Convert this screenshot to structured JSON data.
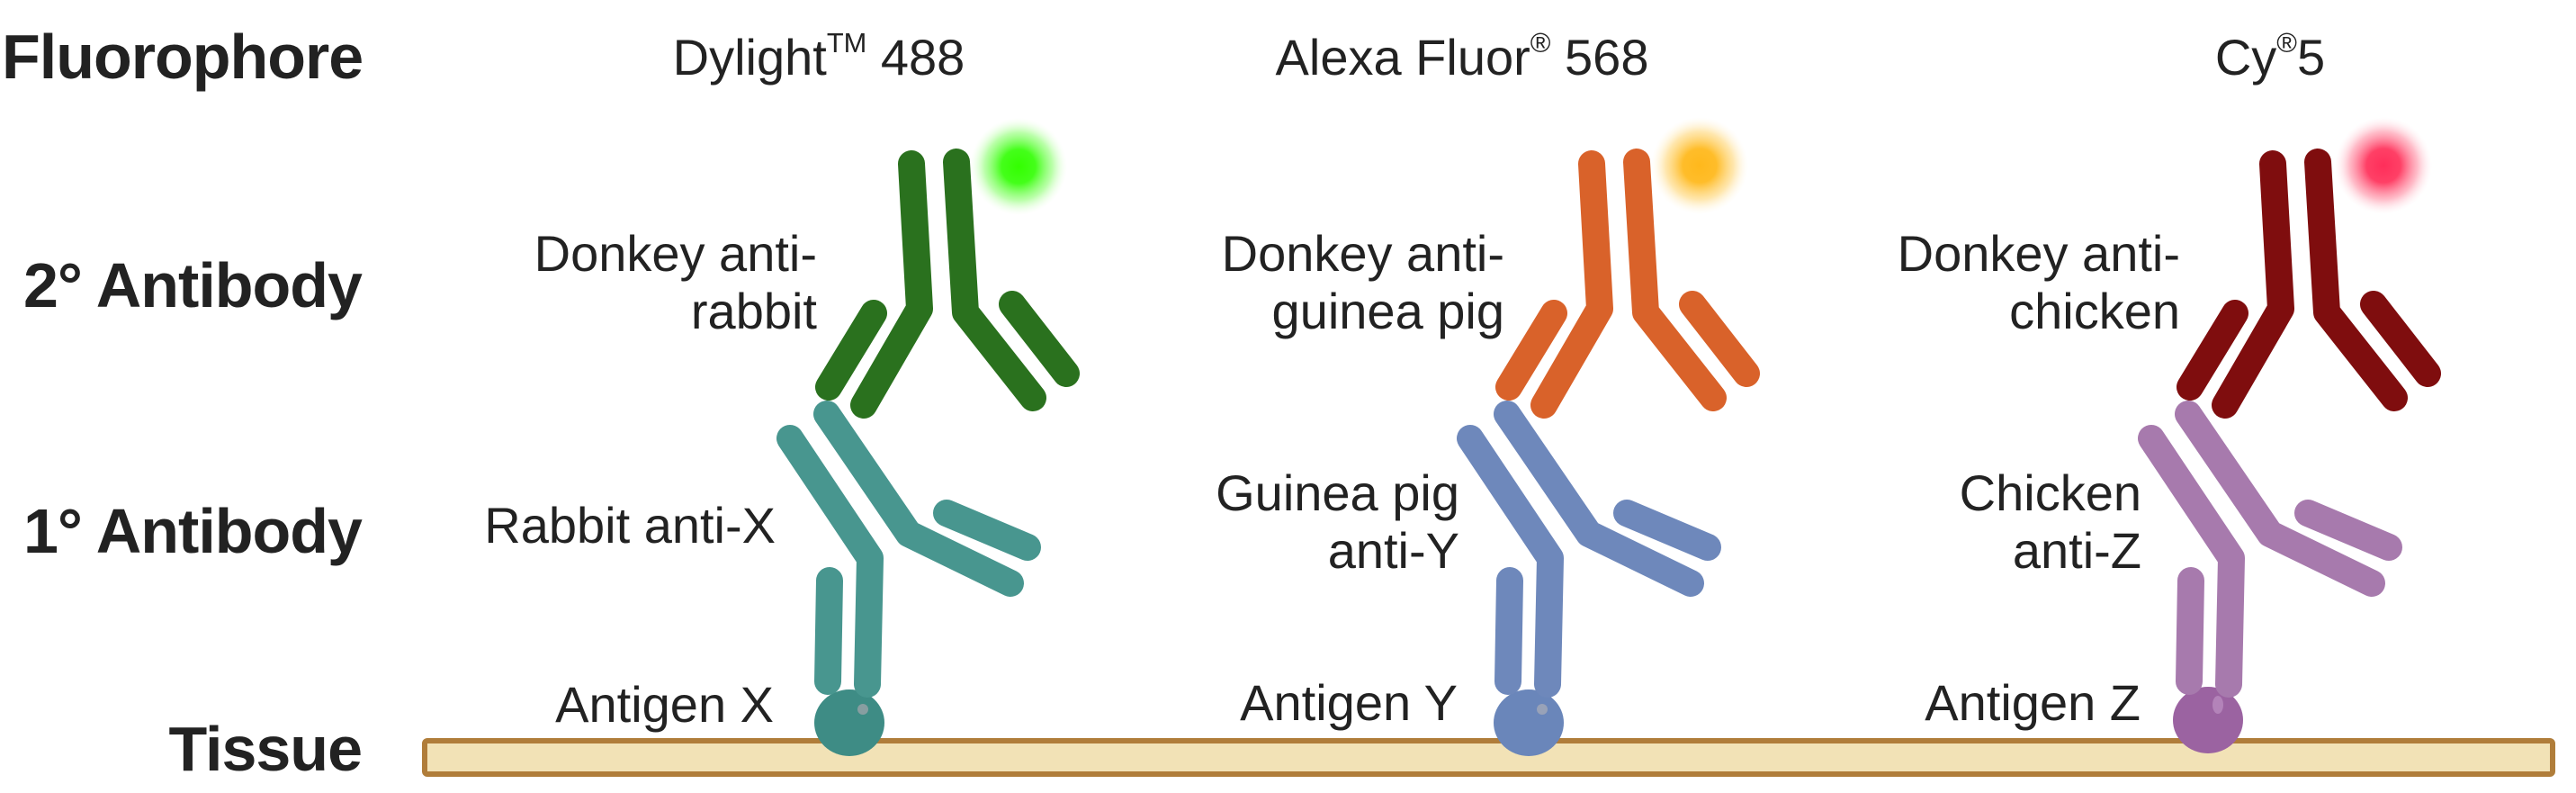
{
  "row_labels": {
    "fluorophore": "Fluorophore",
    "secondary": "2° Antibody",
    "primary": "1° Antibody",
    "tissue": "Tissue"
  },
  "columns": [
    {
      "fluorophore": {
        "name": "Dylight",
        "mark": "TM",
        "number": "488",
        "glow_color": "#33ff00"
      },
      "secondary": {
        "line1": "Donkey anti-",
        "line2": "rabbit",
        "color": "#2a711e"
      },
      "primary": {
        "line1": "Rabbit anti-X",
        "line2": "",
        "color": "#48968f"
      },
      "antigen": {
        "label": "Antigen X",
        "color": "#3e8c85"
      }
    },
    {
      "fluorophore": {
        "name": "Alexa Fluor",
        "mark": "®",
        "number": "568",
        "glow_color": "#ffb81c"
      },
      "secondary": {
        "line1": "Donkey anti-",
        "line2": "guinea pig",
        "color": "#d9622a"
      },
      "primary": {
        "line1": "Guinea pig",
        "line2": "anti-Y",
        "color": "#6e88bb"
      },
      "antigen": {
        "label": "Antigen Y",
        "color": "#6a86ba"
      }
    },
    {
      "fluorophore": {
        "name": "Cy",
        "mark": "®",
        "number": "5",
        "glow_color": "#ff2e5a"
      },
      "secondary": {
        "line1": "Donkey anti-",
        "line2": "chicken",
        "color": "#7f0d0e"
      },
      "primary": {
        "line1": "Chicken",
        "line2": "anti-Z",
        "color": "#a77aad"
      },
      "antigen": {
        "label": "Antigen Z",
        "color": "#9b63a1"
      }
    }
  ],
  "tissue": {
    "fill": "#f2e2b6",
    "border": "#b07d3a"
  }
}
